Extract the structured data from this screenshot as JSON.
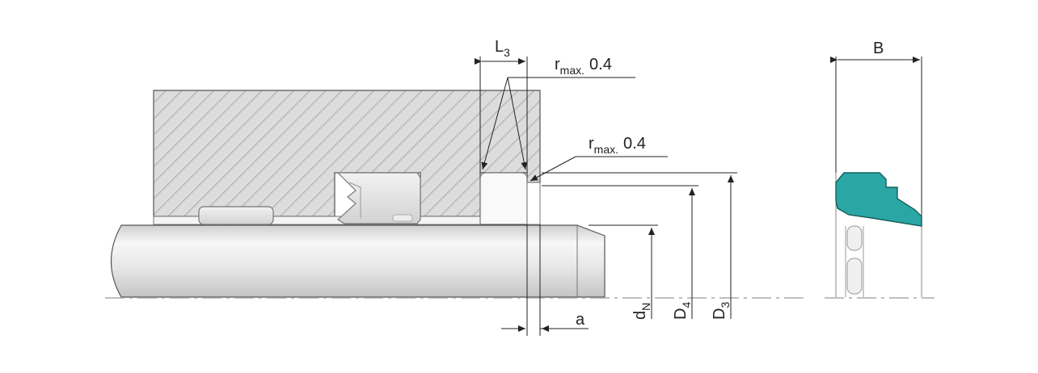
{
  "dimensions": {
    "L3": {
      "main": "L",
      "sub": "3"
    },
    "r_upper": {
      "main": "r",
      "sub": "max.",
      "value": "0.4"
    },
    "r_lower": {
      "main": "r",
      "sub": "max.",
      "value": "0.4"
    },
    "dN": {
      "main": "d",
      "sub": "N"
    },
    "D4": {
      "main": "D",
      "sub": "4"
    },
    "D3": {
      "main": "D",
      "sub": "3"
    },
    "a": "a",
    "B": "B"
  },
  "colors": {
    "seal": "#2aa7a5",
    "hatch": "#b0b0b0",
    "housing": "#d8d8d8",
    "line": "#222222"
  }
}
